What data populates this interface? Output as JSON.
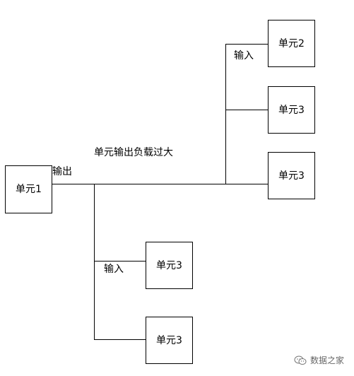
{
  "nodes": {
    "unit1": "单元1",
    "unit2": "单元2",
    "unit3_top_a": "单元3",
    "unit3_top_b": "单元3",
    "unit3_bottom_a": "单元3",
    "unit3_bottom_b": "单元3"
  },
  "labels": {
    "output": "输出",
    "input_top": "输入",
    "input_bottom": "输入",
    "overload": "单元输出负载过大"
  },
  "watermark": {
    "text": "数据之家",
    "icon": "wechat-icon"
  }
}
